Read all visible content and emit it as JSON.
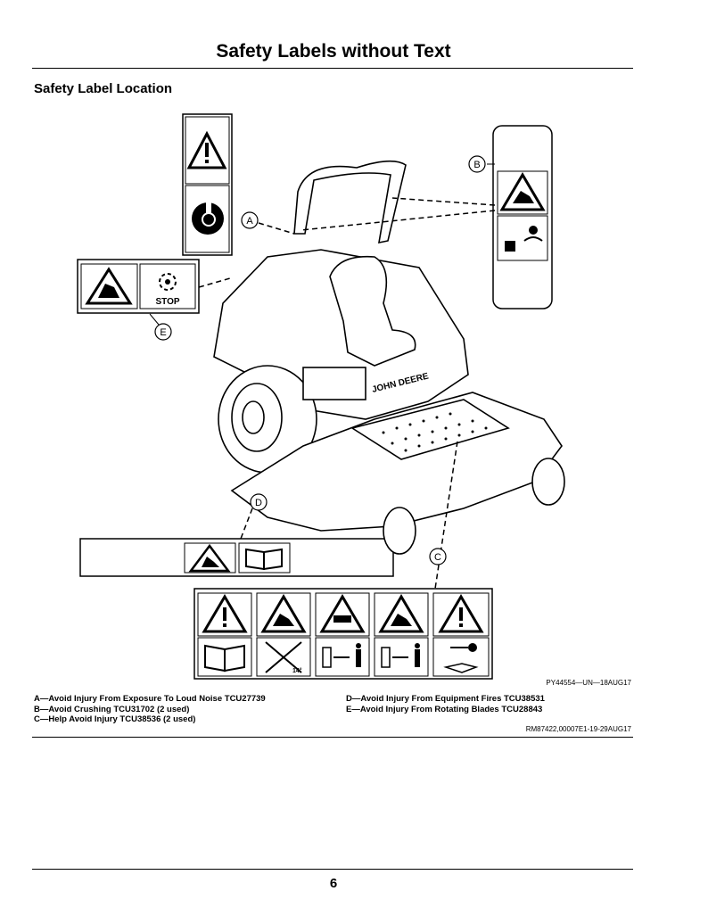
{
  "header": {
    "title": "Safety Labels without Text"
  },
  "section": {
    "heading": "Safety Label Location"
  },
  "figure": {
    "id": "PY44554—UN—18AUG17",
    "brand": "JOHN DEERE",
    "callouts": {
      "a": "A",
      "b": "B",
      "c": "C",
      "d": "D",
      "e": "E"
    },
    "stop_text": "STOP",
    "speed_text": "14°"
  },
  "captions": {
    "left": [
      "A—Avoid Injury From Exposure To Loud Noise TCU27739",
      "B—Avoid Crushing TCU31702 (2 used)",
      "C—Help Avoid Injury TCU38536 (2 used)"
    ],
    "right": [
      "D—Avoid Injury From Equipment Fires TCU38531",
      "E—Avoid Injury From Rotating Blades TCU28843"
    ]
  },
  "reference": "RM87422,00007E1-19-29AUG17",
  "footer": {
    "page_number": "6"
  }
}
